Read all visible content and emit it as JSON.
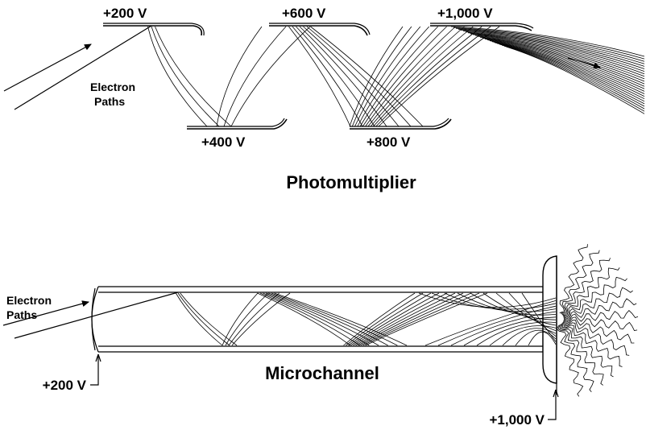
{
  "photomultiplier": {
    "title": "Photomultiplier",
    "electron_paths_label": [
      "Electron",
      "Paths"
    ],
    "dynode_voltages": {
      "d1": "+200 V",
      "d2": "+400 V",
      "d3": "+600 V",
      "d4": "+800 V",
      "d5": "+1,000 V"
    }
  },
  "microchannel": {
    "title": "Microchannel",
    "electron_paths_label": [
      "Electron",
      "Paths"
    ],
    "input_voltage": "+200 V",
    "output_voltage": "+1,000 V"
  }
}
